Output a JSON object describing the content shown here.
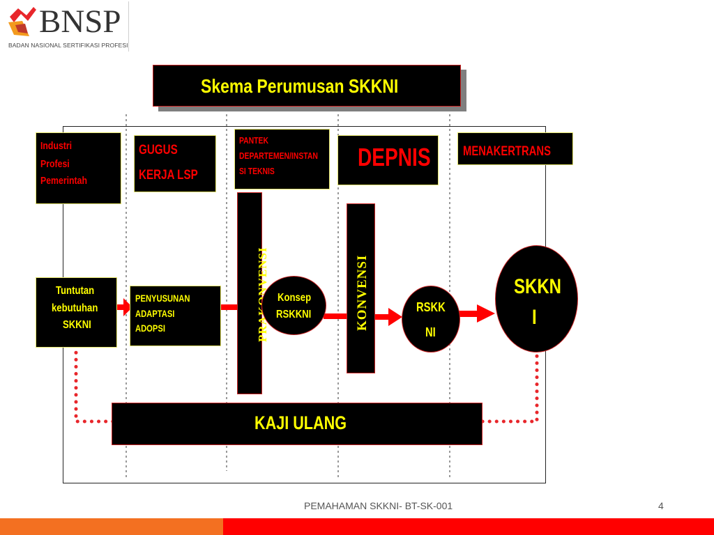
{
  "logo": {
    "word": "BNSP",
    "subtitle": "BADAN NASIONAL SERTIFIKASI PROFESI"
  },
  "diagram": {
    "title": "Skema Perumusan SKKNI",
    "column_headers": {
      "industri": [
        "Industri",
        "Profesi",
        "Pemerintah"
      ],
      "gugus": [
        "GUGUS",
        "KERJA LSP"
      ],
      "pantek": [
        "PANTEK",
        "DEPARTEMEN/INSTAN",
        "SI TEKNIS"
      ],
      "depnis": "DEPNIS",
      "menakertrans": "MENAKERTRANS"
    },
    "nodes": {
      "tuntutan": [
        "Tuntutan",
        "kebutuhan",
        "SKKNI"
      ],
      "penyusunan": [
        "PENYUSUNAN",
        "ADAPTASI",
        "ADOPSI"
      ],
      "prakonvensi": "PRAKONVENSI",
      "konsep": [
        "Konsep",
        "RSKKNI"
      ],
      "konvensi": "KONVENSI",
      "rskkni": [
        "RSKK",
        "NI"
      ],
      "skkni": [
        "SKKN",
        "I"
      ],
      "kaji_ulang": "KAJI ULANG"
    },
    "colors": {
      "box_fill": "#000000",
      "text_yellow": "#ffff00",
      "text_red": "#ff0000",
      "arrow_red": "#ff0000",
      "border_yellow": "#e8e86a",
      "border_red": "#cc2222"
    }
  },
  "footer": {
    "text": "PEMAHAMAN SKKNI- BT-SK-001",
    "page": "4"
  }
}
